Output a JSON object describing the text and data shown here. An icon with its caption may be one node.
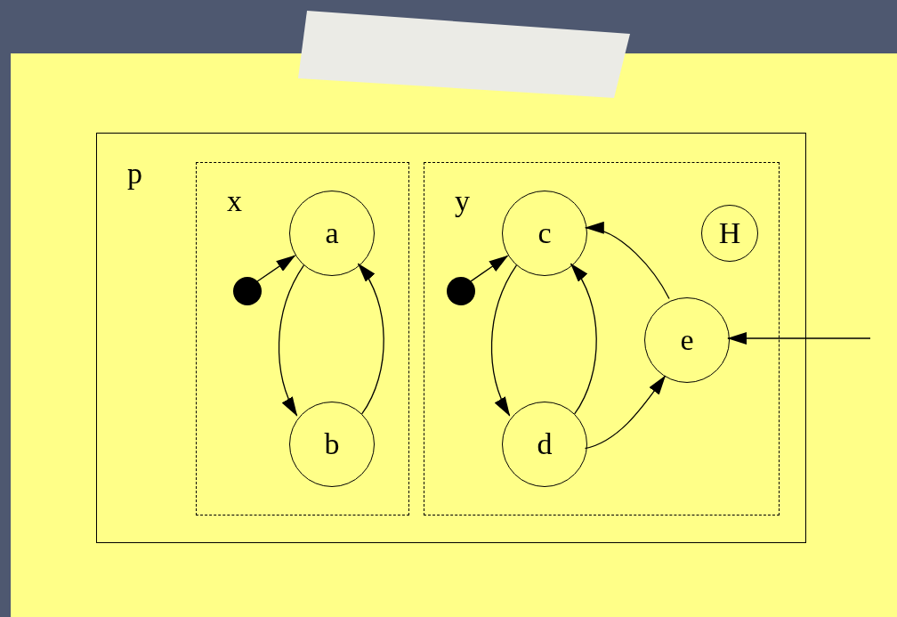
{
  "diagram": {
    "nodes": [
      {
        "text": [
          "p"
        ]
      },
      {
        "text": [
          "x"
        ],
        "in": 0
      },
      {
        "text": [
          "y"
        ],
        "in": 0
      },
      {
        "text": [
          "a"
        ],
        "in": 1
      },
      {
        "text": [],
        "shape": "circle",
        "in": 1
      },
      {
        "text": [
          "b"
        ],
        "in": 1
      },
      {
        "text": [
          "c"
        ],
        "in": 2
      },
      {
        "text": [
          "H"
        ],
        "in": 2
      },
      {
        "text": [],
        "shape": "circle",
        "in": 2
      },
      {
        "text": [
          "e"
        ],
        "in": 2
      },
      {
        "text": [
          "d"
        ],
        "in": 2
      }
    ],
    "edges": [
      {
        "from": 4,
        "to": 3,
        "arrow": "to"
      },
      {
        "from": 3,
        "to": 5,
        "arrow": "to"
      },
      {
        "from": 5,
        "to": 3,
        "arrow": "to"
      },
      {
        "from": 8,
        "to": 6,
        "arrow": "to"
      },
      {
        "from": 6,
        "to": 10,
        "arrow": "to"
      },
      {
        "from": 10,
        "to": 6,
        "arrow": "to"
      },
      {
        "from": 9,
        "to": 6,
        "arrow": "to"
      },
      {
        "from": 10,
        "to": 9,
        "arrow": "to"
      },
      {
        "from": null,
        "to": 9,
        "arrow": "to"
      }
    ]
  }
}
